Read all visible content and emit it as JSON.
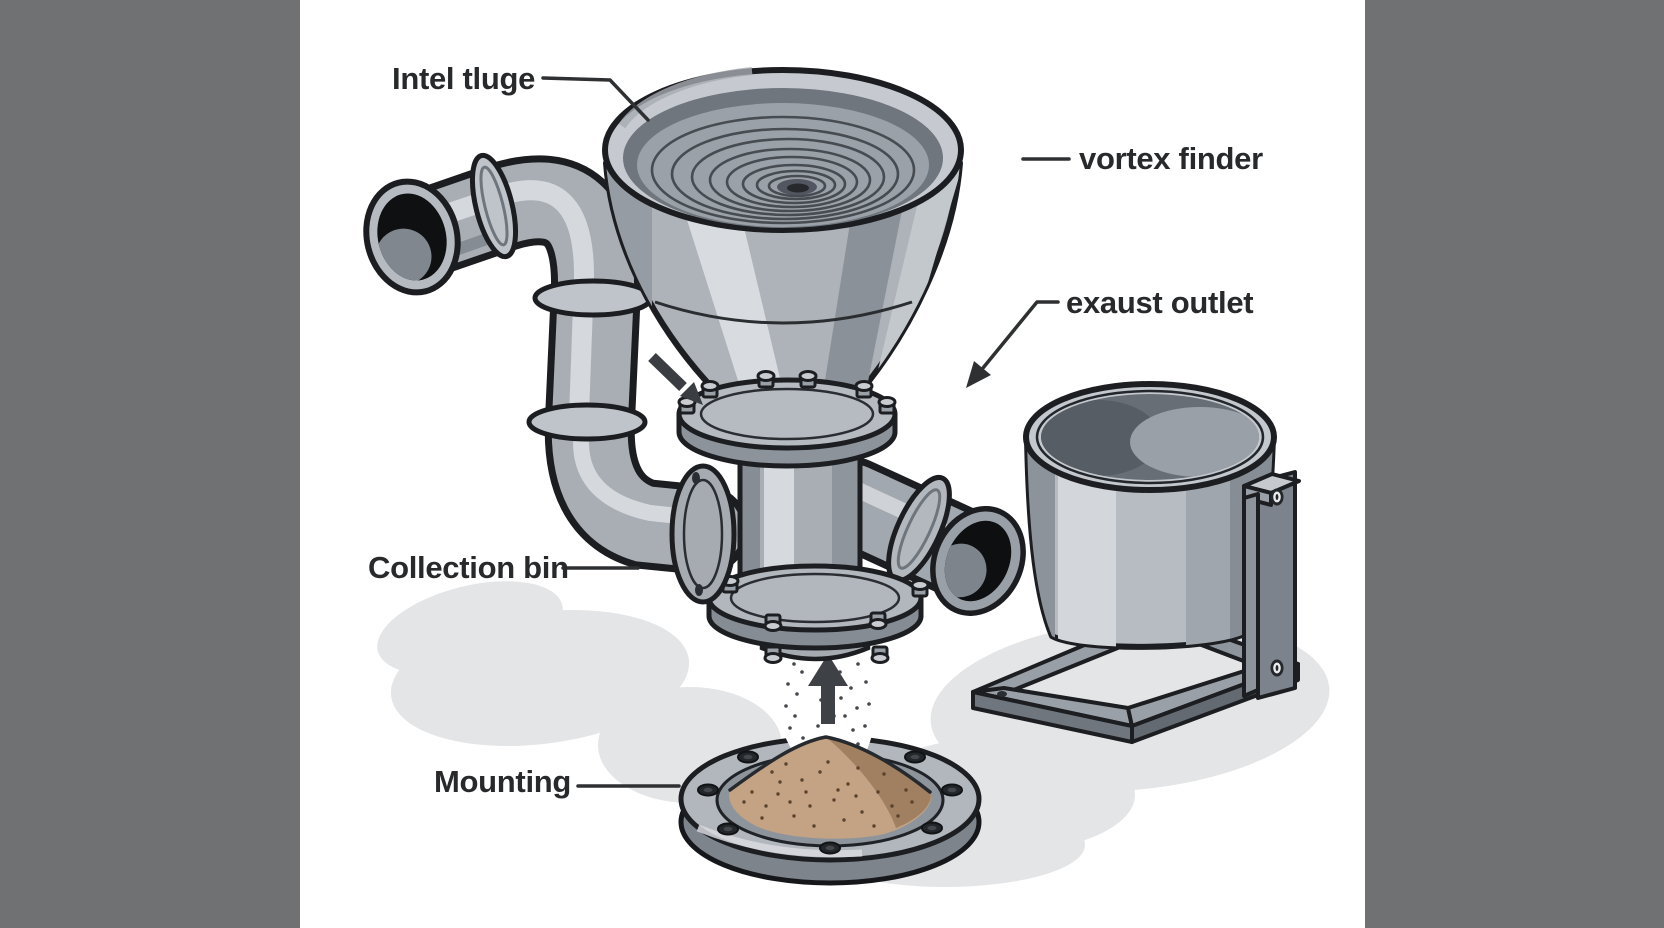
{
  "page": {
    "background_color": "#6f7172",
    "panel_background_color": "#ffffff",
    "illustration": "cyclone separator cutaway diagram"
  },
  "palette": {
    "metal_light": "#d6d9dd",
    "metal_mid": "#aeb3ba",
    "metal_dark": "#8b9198",
    "outline": "#1c1e21",
    "label_text": "#27292b",
    "leader_line": "#2e3032",
    "sand": "#c4a385",
    "sand_shadow": "#a08060",
    "ground_shadow": "#e4e5e7"
  },
  "labels": {
    "inlet_flange": "Intel tluge",
    "vortex_finder": "vortex finder",
    "exhaust_outlet": "exaust outlet",
    "collection_bin": "Collection bin",
    "mounting": "Mounting"
  }
}
